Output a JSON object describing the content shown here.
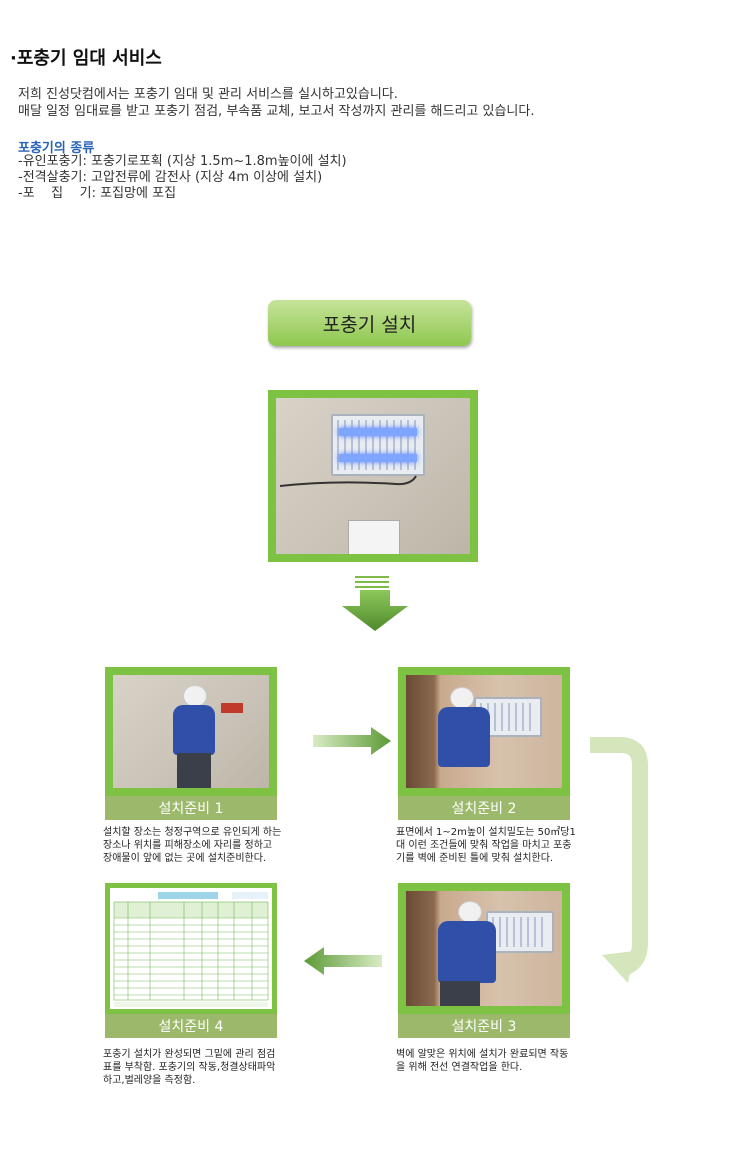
{
  "page_title": "·포충기 임대 서비스",
  "intro": [
    "저희 진성닷컴에서는 포충기 임대 및 관리 서비스를 실시하고있습니다.",
    "매달 일정 임대료를 받고 포충기 점검, 부속품 교체, 보고서 작성까지 관리를 해드리고 있습니다."
  ],
  "types": {
    "heading": "포충기의 종류",
    "items": [
      "-유인포충기: 포충기로포획 (지상 1.5m~1.8m높이에 설치)",
      "-전격살충기: 고압전류에 감전사 (지상 4m 이상에 설치)",
      "-포    집    기: 포집망에 포집"
    ]
  },
  "install_button": "포충기 설치",
  "steps": [
    {
      "label": "설치준비 1",
      "desc": [
        "설치할 장소는 청정구역으로 유인되게 하는",
        "장소나 위치를 피해장소에 자리를 정하고",
        "장애물이 앞에 없는 곳에 설치준비한다."
      ]
    },
    {
      "label": "설치준비 2",
      "desc": [
        "표면에서  1~2m높이 설치밀도는 50㎡당1",
        "대  이런 조건들에 맞춰 작업을 마치고 포충",
        "기를 벽에 준비된 틀에 맞춰 설치한다."
      ]
    },
    {
      "label": "설치준비 3",
      "desc": [
        "벽에 알맞은 위치에 설치가 완료되면 작동",
        "을 위해 전선 연결작업을 한다."
      ]
    },
    {
      "label": "설치준비 4",
      "desc": [
        "포충기  설치가  완성되면  그밑에  관리  점검",
        "표를  부착함.  포충기의  작동,청결상태파악",
        "하고,벌레양을 측정함."
      ]
    }
  ],
  "colors": {
    "frame_green": "#7dc242",
    "caption_green": "#9bb86b",
    "heading_blue": "#2a63b8"
  }
}
